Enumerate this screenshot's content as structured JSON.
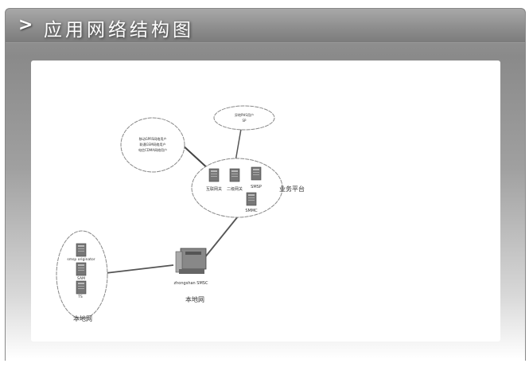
{
  "header": {
    "title": "应用网络结构图",
    "chevron_icon": "chevron-right-icon"
  },
  "diagram": {
    "clouds": {
      "operators": {
        "lines": [
          "移动GPRS网络用户",
          "联通GSM网络用户",
          "电信CDMA网络用户"
        ]
      },
      "remote": {
        "lines": [
          "异地PHS用户",
          "SP"
        ]
      }
    },
    "platform": {
      "label": "业务平台",
      "servers": [
        "互联网关",
        "二级网关",
        "SMSP",
        "SMMC"
      ]
    },
    "local_left": {
      "label": "本地网",
      "servers": [
        "smsp originator",
        "SAM",
        "TS"
      ]
    },
    "smsc": {
      "label": "zhongshan SMSC",
      "network_label": "本地网"
    }
  }
}
